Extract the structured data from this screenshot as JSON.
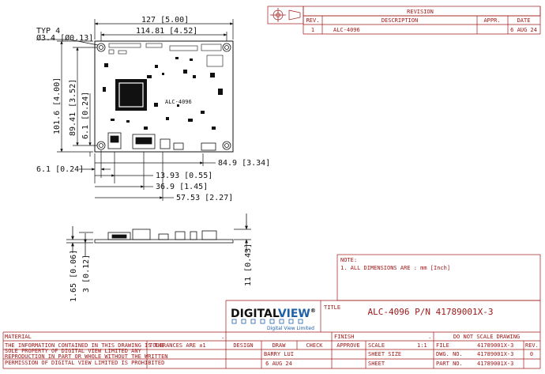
{
  "dimensions": {
    "typ": "TYP 4",
    "hole": "Ø3.4 [Ø0.13]",
    "width_total": "127 [5.00]",
    "width_holes": "114.81 [4.52]",
    "height_total": "101.6 [4.00]",
    "height_holes": "89.41 [3.52]",
    "hole_offset_v": "6.1 [0.24]",
    "hole_offset_h": "6.1 [0.24]",
    "x_84": "84.9 [3.34]",
    "x_13": "13.93 [0.55]",
    "x_36": "36.9 [1.45]",
    "x_57": "57.53 [2.27]",
    "side_165": "1.65 [0.06]",
    "side_3": "3 [0.12]",
    "side_11": "11 [0.43]"
  },
  "board_label": "ALC-4096",
  "revision": {
    "header": "REVISION",
    "columns": [
      "REV.",
      "DESCRIPTION",
      "APPR.",
      "DATE"
    ],
    "rows": [
      [
        "1",
        "ALC-4096",
        "",
        "6 AUG 24"
      ]
    ]
  },
  "note": {
    "title": "NOTE:",
    "line1": "1. ALL DIMENSIONS ARE : mm [Inch]"
  },
  "title_block": {
    "logo_a": "DIGITAL",
    "logo_b": "VIEW",
    "logo_reg": "®",
    "logo_sub": "Digital View Limited",
    "title_label": "TITLE",
    "title": "ALC-4096 P/N 41789001X-3",
    "material": "MATERIAL",
    "material_val": ".",
    "finish": "FINISH",
    "finish_val": ".",
    "do_not_scale": "DO NOT SCALE DRAWING",
    "design": "DESIGN",
    "draw": "DRAW",
    "check": "CHECK",
    "approve": "APPROVE",
    "drawer": "BARRY LUI",
    "draw_date": "6 AUG 24",
    "scale_label": "SCALE",
    "scale_val": "1:1",
    "sheet_size": "SHEET SIZE",
    "sheet": "SHEET",
    "file_label": "FILE",
    "file_val": "41789001X-3",
    "dwg_label": "DWG. NO.",
    "dwg_val": "41789001X-3",
    "part_label": "PART NO.",
    "part_val": "41789001X-3",
    "rev_label": "REV.",
    "rev_val": "0",
    "disclaimer": [
      "THE INFORMATION CONTAINED IN THIS DRAWING IS THE",
      "SOLE PROPERTY OF DIGITAL VIEW LIMITED ANY",
      "REPRODUCTION IN PART OR WHOLE WITHOUT THE WRITTEN",
      "PERMISSION OF DIGITAL VIEW LIMITED IS PROHIBITED"
    ],
    "tolerances": "TOLERANCES ARE ±1"
  }
}
